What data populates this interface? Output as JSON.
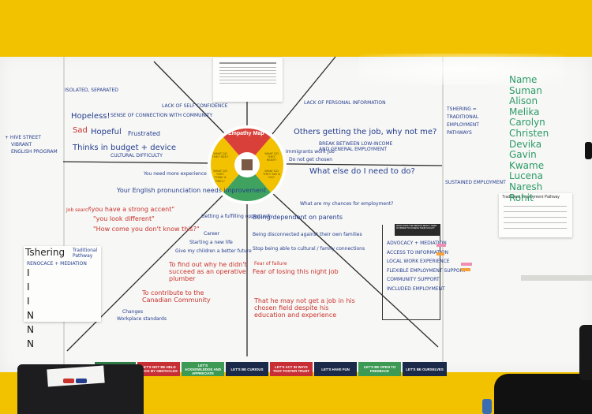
{
  "colors": {
    "wall": "#f2c200",
    "board": "#f7f7f5",
    "marker_blue": "#243d8f",
    "marker_red": "#c9322d",
    "marker_green": "#2c9b67",
    "hub_red": "#d9403a",
    "hub_yellow": "#f2c200",
    "hub_green": "#3fa35f"
  },
  "hub": {
    "title": "Empathy Map",
    "ring": [
      "WHAT DO THEY SEE?",
      "WHAT DO THEY HEAR?",
      "WHAT DO THEY THINK & FEEL?",
      "WHAT DO THEY SAY & DO?"
    ]
  },
  "left_top": {
    "line1": "Hopeless!",
    "line2": "Sad",
    "line3": "Hopeful",
    "line4": "Frustrated",
    "line5": "Thinks in budget + device",
    "line6": "ISOLATED, SEPARATED",
    "line7": "LACK OF SELF CONFIDENCE",
    "line8": "SENSE OF CONNECTION WITH COMMUNITY",
    "line9": "CULTURAL DIFFICULTY"
  },
  "left_far": {
    "line1": "+ HIVE STREET",
    "line2": "VIBRANT",
    "line3": "ENGLISH PROGRAM"
  },
  "left_mid": {
    "line1": "You need more experience",
    "line2": "Your English pronunciation needs improvement",
    "line3": "\"you have a strong accent\"",
    "line4": "\"you look different\"",
    "line5": "\"How come you don't know this?\"",
    "line6": "Job search"
  },
  "bottom_left": {
    "line1": "Getting a fulfilling opportunity",
    "line2": "Career",
    "line3": "Starting a new life",
    "line4": "Give my children a better future",
    "line5": "To find out why he didn't succeed as an operative plumber",
    "line6": "To contribute to the Canadian Community",
    "line7": "Changes",
    "line8": "Workplace standards"
  },
  "tshering_sheet": {
    "name": "Tshering",
    "sub": "Traditional Pathway",
    "note": "RENOCACE + MEDIATION",
    "rows": [
      "I",
      "I",
      "I",
      "N",
      "N",
      "N"
    ]
  },
  "right_top": {
    "line1": "Others getting the job, why not me?",
    "line2": "BREAK BETWEEN LOW-INCOME AND GENERAL EMPLOYMENT",
    "line3": "LACK OF PERSONAL INFORMATION",
    "line4": "What else do I need to do?",
    "line5": "Immigrants work job",
    "line6": "Do not get chosen"
  },
  "bottom_right": {
    "line1": "Being dependent on parents",
    "line2": "Being disconnected against their own families",
    "line3": "Stop being able to cultural / family connections",
    "line4": "Fear of failure",
    "line5": "Fear of losing this night job",
    "line6": "That he may not get a job in his chosen field despite his education and experience",
    "line7": "What are my chances for employment?"
  },
  "sticky_tag": "WHAT DOES THE PERSON REALLY NEED IN ORDER TO ACHIEVE THEIR GOALS?",
  "need_list": [
    "ADVOCACY + MEDIATION",
    "ACCESS TO INFORMATION",
    "LOCAL WORK EXPERIENCE",
    "FLEXIBLE EMPLOYMENT SUPPORT",
    "COMMUNITY SUPPORT",
    "INCLUDED EMPLOYMENT"
  ],
  "tshering_right": {
    "line1": "TSHERING =",
    "line2": "TRADITIONAL",
    "line3": "EMPLOYMENT",
    "line4": "PATHWAYS",
    "line5": "SUSTAINED EMPLOYMENT"
  },
  "traditional_sheet": {
    "title": "Traditional Employment Pathway"
  },
  "names_list": {
    "items": [
      "Name",
      "Suman",
      "Alison",
      "Melika",
      "Carolyn",
      "Christen",
      "Devika",
      "Gavin",
      "Kwame",
      "Lucena",
      "Naresh",
      "Rohit"
    ]
  },
  "strips": [
    {
      "text": "LET'S NOT BE HELD BACK BY OBSTACLES",
      "color": "#c72f35"
    },
    {
      "text": "LET'S ACKNOWLEDGE AND APPRECIATE",
      "color": "#3c9a55"
    },
    {
      "text": "LET'S BE CURIOUS",
      "color": "#1b2a49"
    },
    {
      "text": "LET'S ACT IN WAYS THAT FOSTER TRUST",
      "color": "#c72f35"
    },
    {
      "text": "LET'S HAVE FUN",
      "color": "#1b2a49"
    },
    {
      "text": "LET'S BE OPEN TO FEEDBACK",
      "color": "#3c9a55"
    },
    {
      "text": "LET'S BE OURSELVES",
      "color": "#1b2a49"
    }
  ]
}
